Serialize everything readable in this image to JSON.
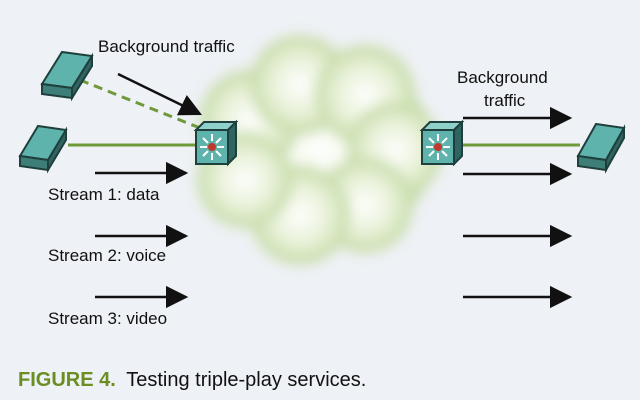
{
  "labels": {
    "bg_left": "Background traffic",
    "bg_right_1": "Background",
    "bg_right_2": "traffic",
    "stream1": "Stream 1: data",
    "stream2": "Stream 2: voice",
    "stream3": "Stream 3: video"
  },
  "caption": {
    "figure": "FIGURE 4.",
    "text": "Testing triple-play services."
  },
  "colors": {
    "link": "#6f9a3a",
    "device": "#5fb3ad",
    "switch_center": "#c0392b",
    "cloud": "#cfe2b0",
    "caption_accent": "#6b8e23"
  }
}
